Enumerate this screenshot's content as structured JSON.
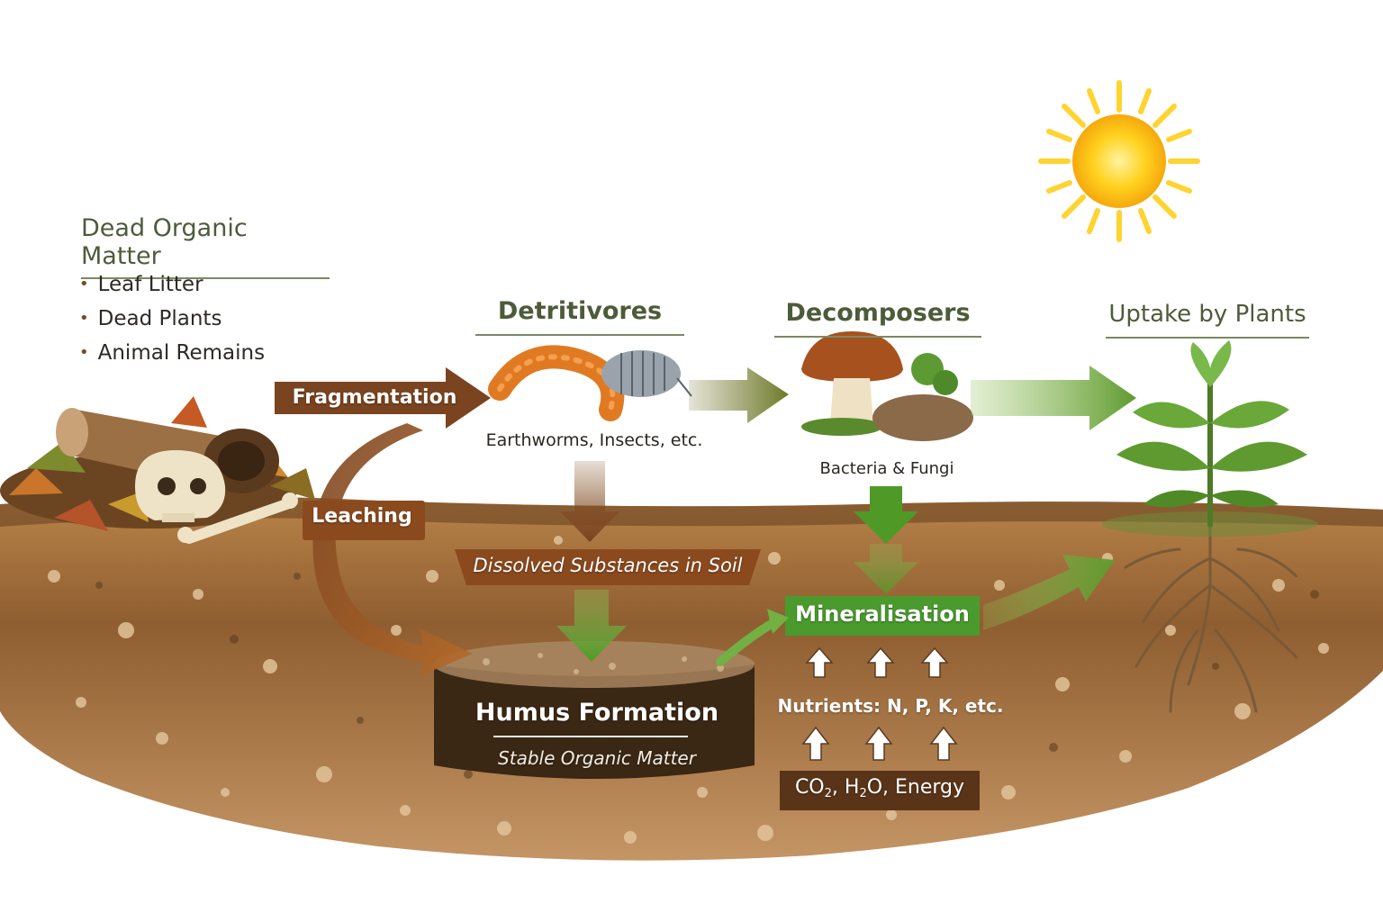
{
  "dead_organic_matter": {
    "title": "Dead Organic Matter",
    "items": [
      "Leaf Litter",
      "Dead Plants",
      "Animal Remains"
    ]
  },
  "stages": {
    "detritivores": {
      "title": "Detritivores",
      "label": "Earthworms, Insects, etc."
    },
    "decomposers": {
      "title": "Decomposers",
      "label": "Bacteria & Fungi"
    },
    "uptake": {
      "title": "Uptake by Plants"
    }
  },
  "processes": {
    "fragmentation": "Fragmentation",
    "leaching": "Leaching",
    "dissolved": "Dissolved Substances in Soil",
    "mineralisation": "Mineralisation",
    "humus_title": "Humus Formation",
    "humus_subtitle": "Stable Organic Matter",
    "nutrients": "Nutrients: N, P, K, etc.",
    "co2_prefix": "CO",
    "co2_sub": "2",
    "h2o_prefix": ", H",
    "h2o_sub": "2",
    "h2o_suffix": "O, Energy"
  },
  "colors": {
    "soil_dark": "#6b4522",
    "soil_mid": "#a0703c",
    "soil_light": "#c89a62",
    "arrow_brown": "#7a4420",
    "arrow_green": "#6aa33a",
    "mineral_green": "#4a9a2e",
    "heading_green": "#4d5b3a",
    "sun": "#ffd21f"
  },
  "icons": [
    "sun-icon",
    "log-icon",
    "skull-icon",
    "bone-icon",
    "leaf-pile-icon",
    "earthworm-icon",
    "woodlouse-icon",
    "mushroom-icon",
    "soil-clump-icon",
    "seedling-icon",
    "roots-icon"
  ]
}
